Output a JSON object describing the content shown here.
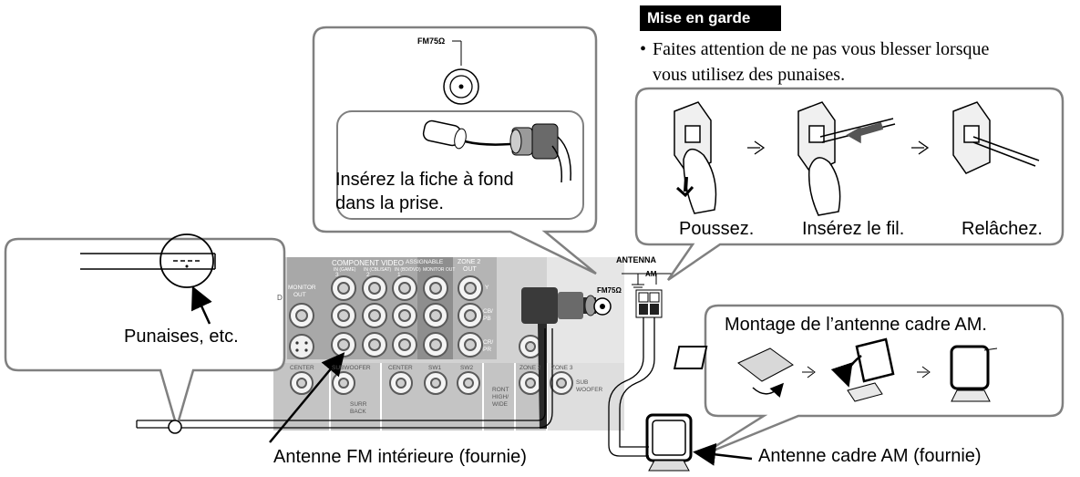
{
  "caution": {
    "title": "Mise en garde",
    "bullet": "•",
    "line1": "Faites attention de ne pas vous blesser lorsque",
    "line2": "vous utilisez des punaises."
  },
  "fm_inset": {
    "jack_label": "FM75Ω",
    "instruction_line1": "Insérez la fiche à fond",
    "instruction_line2": "dans la prise."
  },
  "wire_steps": {
    "step1": "Poussez.",
    "step2": "Insérez le fil.",
    "step3": "Relâchez."
  },
  "pin_inset": {
    "label": "Punaises, etc."
  },
  "am_inset": {
    "title": "Montage de l’antenne cadre AM."
  },
  "panel": {
    "antenna": "ANTENNA",
    "fm_jack": "FM75Ω",
    "am": "AM",
    "component_video": "COMPONENT VIDEO",
    "assignable": "ASSIGNABLE",
    "zone2_out": "ZONE 2",
    "zone2_out_b": "OUT",
    "monitor_out": "MONITOR",
    "monitor_out_b": "OUT",
    "in_game": "IN (GAME)",
    "in_cbl": "IN (CBL/SAT)",
    "in_bd": "IN (BD/DVD)",
    "monitor_out_col": "MONITOR OUT",
    "num3": "3",
    "num2": "2",
    "num1": "1",
    "y": "Y",
    "cb": "CB/",
    "pb": "PB",
    "cr": "CR/",
    "pr": "PR",
    "center": "CENTER",
    "subwoofer": "SUBWOOFER",
    "center2": "CENTER",
    "sw1": "SW1",
    "sw2": "SW2",
    "surr": "SURR",
    "back": "BACK",
    "front": "RONT",
    "high": "HIGH/",
    "wide": "WIDE",
    "zone2": "ZONE 2",
    "zone3": "ZONE 3",
    "sub": "SUB",
    "woofer": "WOOFER",
    "d": "D"
  },
  "callouts": {
    "fm_antenna": "Antenne FM intérieure (fournie)",
    "am_antenna": "Antenne cadre AM (fournie)"
  },
  "colors": {
    "panel_gray": "#c8c8c8",
    "panel_dark": "#8c8c8c",
    "line": "#000000",
    "frame": "#808080"
  }
}
